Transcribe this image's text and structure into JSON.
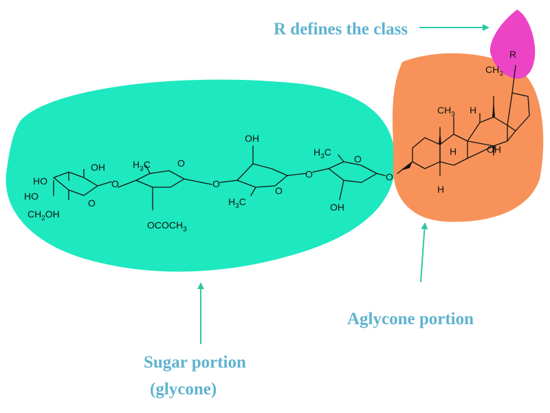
{
  "labels": {
    "r_class": "R defines the class",
    "aglycone": "Aglycone portion",
    "sugar_line1": "Sugar portion",
    "sugar_line2": "(glycone)"
  },
  "atoms": {
    "ho1": "HO",
    "ho2": "HO",
    "ch2oh": "CH",
    "ch2oh_sub": "2",
    "ch2oh_tail": "OH",
    "oh_s1": "OH",
    "o_ring1": "O",
    "o_link1": "O",
    "h3c_s2": "H",
    "h3c_s2_sub": "3",
    "h3c_s2_tail": "C",
    "o_ring2": "O",
    "ococh3": "OCOCH",
    "ococh3_sub": "3",
    "o_link2": "O",
    "oh_s3": "OH",
    "o_ring3": "O",
    "h3c_s3": "H",
    "h3c_s3_sub": "3",
    "h3c_s3_tail": "C",
    "o_link3": "O",
    "h3c_s4": "H",
    "h3c_s4_sub": "3",
    "h3c_s4_tail": "C",
    "o_ring4": "O",
    "oh_s4": "OH",
    "o_link4": "O",
    "r": "R",
    "ch3_top": "CH",
    "ch3_top_sub": "3",
    "ch3_mid": "CH",
    "ch3_mid_sub": "3",
    "h_1": "H",
    "h_2": "H",
    "h_3": "H",
    "oh_steroid": "OH"
  },
  "colors": {
    "sugar_blob": "#1ee8bf",
    "aglycone_blob": "#f7935a",
    "r_blob": "#ec44c4",
    "label_text": "#5fb3cf",
    "arrow": "#2ec7a2"
  }
}
